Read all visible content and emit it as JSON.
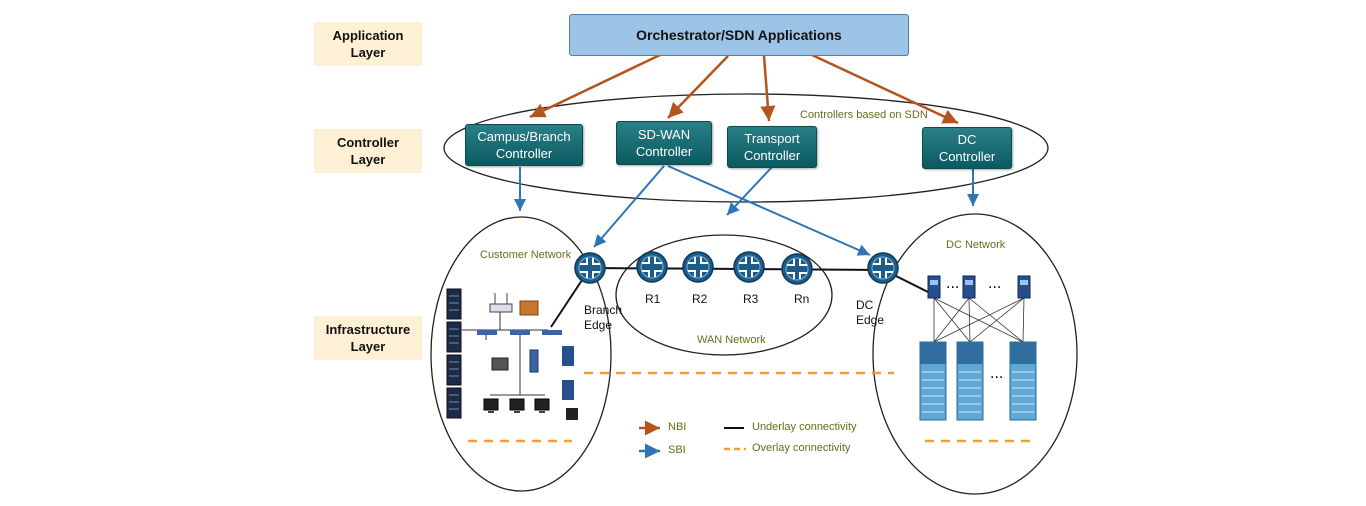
{
  "layers": {
    "application": "Application\nLayer",
    "controller": "Controller\nLayer",
    "infrastructure": "Infrastructure\nLayer"
  },
  "orchestrator": "Orchestrator/SDN Applications",
  "controllers_group_label": "Controllers based on SDN",
  "controllers": {
    "campus": "Campus/Branch\nController",
    "sdwan": "SD-WAN\nController",
    "transport": "Transport\nController",
    "dc": "DC\nController"
  },
  "networks": {
    "customer": "Customer Network",
    "wan": "WAN Network",
    "dc": "DC Network"
  },
  "routers": {
    "r1": "R1",
    "r2": "R2",
    "r3": "R3",
    "rn": "Rn",
    "branch_edge": "Branch\nEdge",
    "dc_edge": "DC\nEdge"
  },
  "legend": {
    "nbi": "NBI",
    "sbi": "SBI",
    "underlay": "Underlay connectivity",
    "overlay": "Overlay connectivity"
  },
  "colors": {
    "nbi": "#b5541c",
    "sbi": "#2e75b6",
    "overlay": "#f0a030",
    "controller": "#0f6068",
    "orchestrator": "#9dc3e6",
    "router": "#1d5c8a"
  },
  "icons": {
    "router": "router-icon",
    "server": "server-rack-icon",
    "switch": "switch-icon",
    "pc": "desktop-pc-icon",
    "printer": "printer-icon"
  }
}
